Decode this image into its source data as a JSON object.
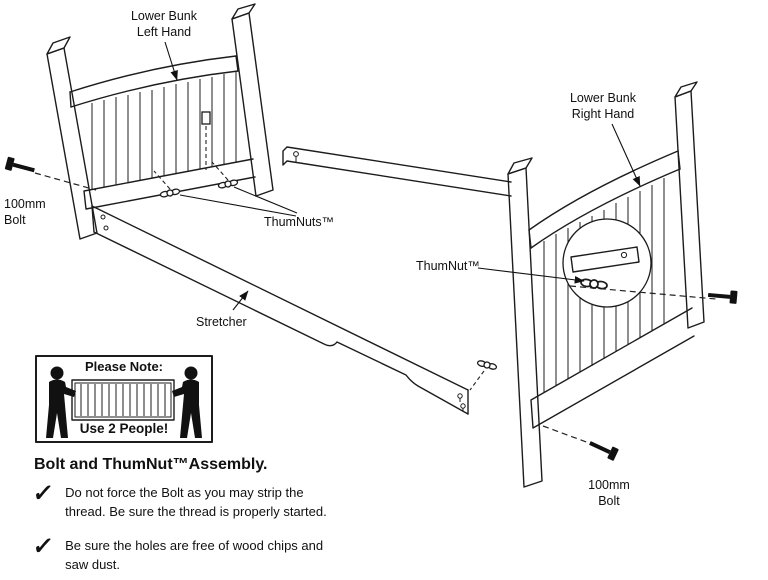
{
  "diagram": {
    "callouts": {
      "lower_bunk_left": "Lower Bunk\nLeft Hand",
      "lower_bunk_right": "Lower Bunk\nRight Hand",
      "bolt_left": "100mm\nBolt",
      "bolt_bottom": "100mm\nBolt",
      "thumnuts": "ThumNuts™",
      "thumnut": "ThumNut™",
      "stretcher": "Stretcher"
    },
    "note_box": {
      "title": "Please Note:",
      "caption": "Use 2 People!"
    },
    "section": {
      "heading": "Bolt and ThumNut™Assembly.",
      "check_glyph": "✓",
      "items": [
        "Do not force the Bolt as you may strip the thread. Be sure the thread is properly started.",
        "Be sure the holes are free of wood chips and saw dust."
      ]
    },
    "colors": {
      "line": "#1c1c1c",
      "background": "#ffffff"
    }
  }
}
